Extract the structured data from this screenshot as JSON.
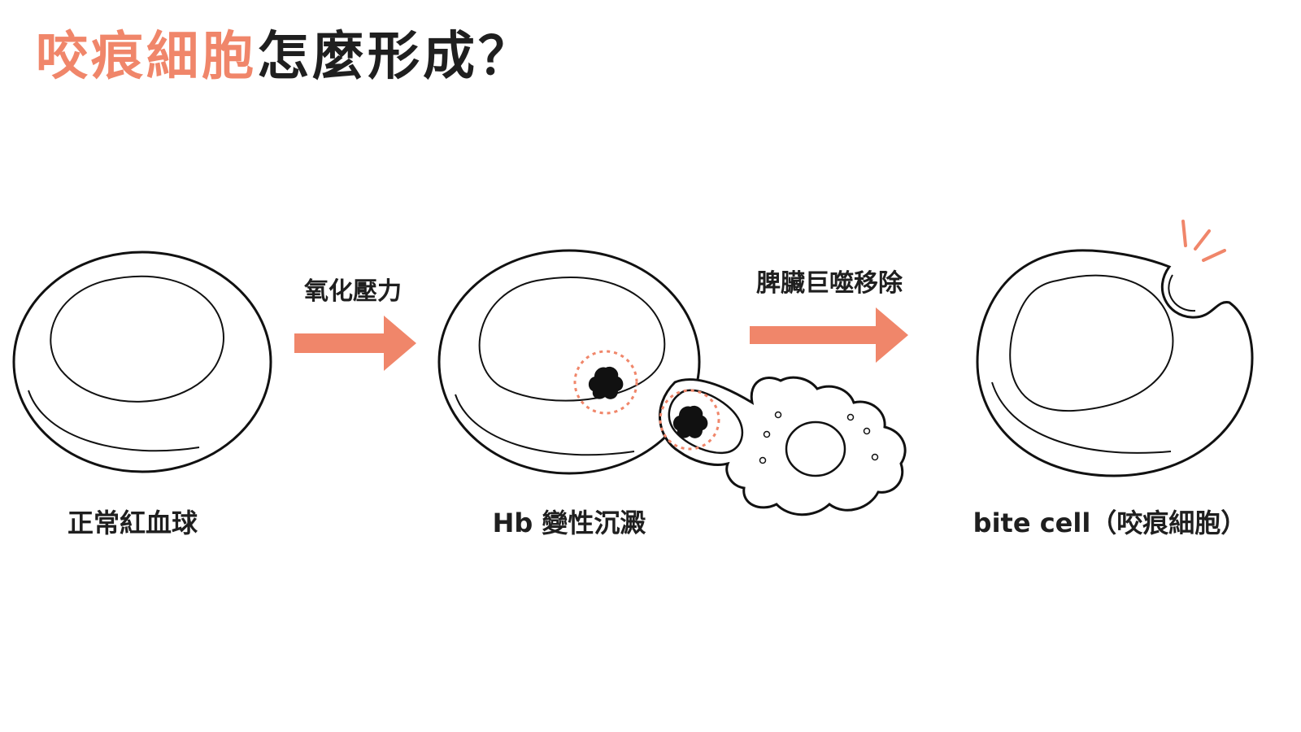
{
  "title": {
    "highlight": "咬痕細胞",
    "rest": "怎麼形成？"
  },
  "colors": {
    "accent": "#f0866a",
    "outline": "#111111",
    "inclusion": "#111111"
  },
  "arrows": [
    {
      "label": "氧化壓力"
    },
    {
      "label": "脾臟巨噬移除"
    }
  ],
  "stages": [
    {
      "caption": "正常紅血球"
    },
    {
      "caption": "Hb 變性沉澱"
    },
    {
      "caption": "bite cell（咬痕細胞）"
    }
  ]
}
